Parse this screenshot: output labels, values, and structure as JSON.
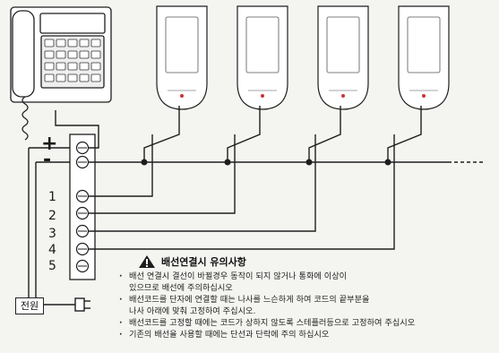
{
  "terminals": {
    "plus": "+",
    "minus": "-",
    "numbers": [
      "1",
      "2",
      "3",
      "4",
      "5"
    ]
  },
  "power_label": "전원",
  "notes": {
    "title": "배선연결시 유의사항",
    "items": [
      [
        "배선 연결시 결선이 바뀔경우 동작이 되지 않거나 통화에 이상이",
        "있으므로 배선에 주의하십시오"
      ],
      [
        "배선코드를 단자에 연결할 때는 나사를 느슨하게 하여 코드의 끝부분을",
        "나사 아래에 맞춰 고정하여 주십시오."
      ],
      [
        "배선코드를 고정할 때에는 코드가 상하지 않도록 스테플러등으로 고정하여 주십시오"
      ],
      [
        "기존의 배선을 사용할 때에는 단선과 단락에 주의 하십시오"
      ]
    ]
  },
  "colors": {
    "line": "#1e1e1e",
    "paper": "#f4f4f1",
    "device": "#ffffff"
  }
}
